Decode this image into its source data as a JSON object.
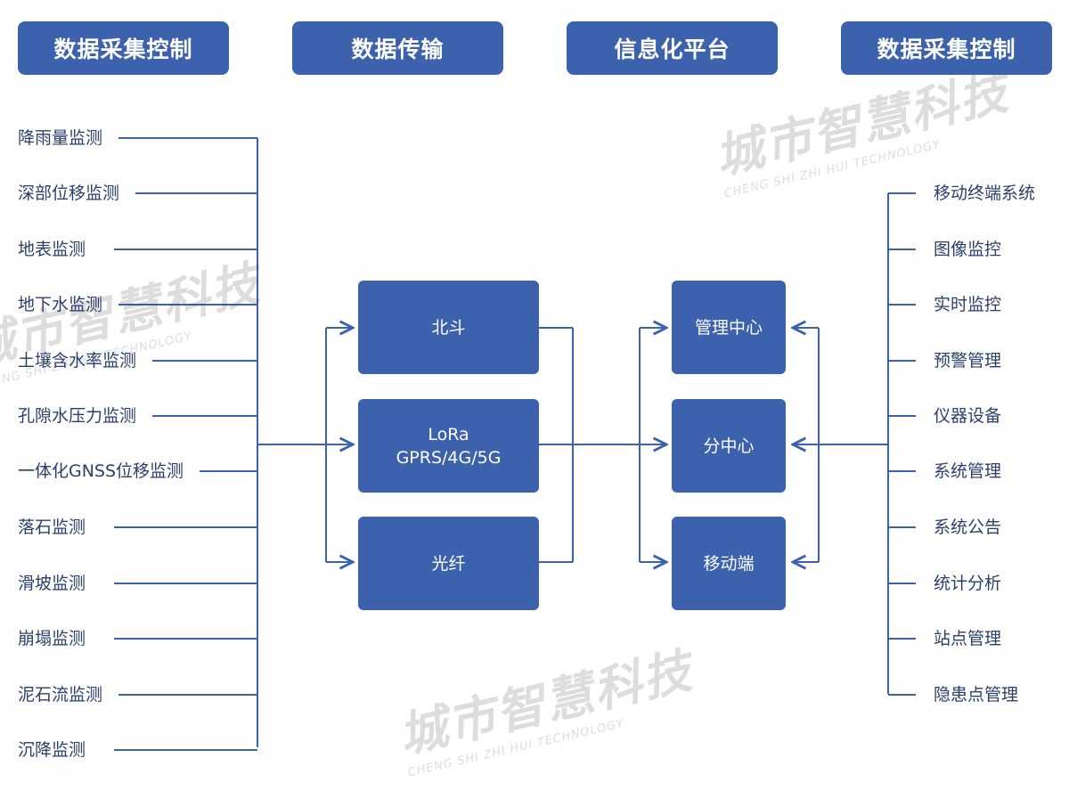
{
  "headers": [
    "数据采集控制",
    "数据传输",
    "信息化平台",
    "数据采集控制"
  ],
  "left_items": [
    "降雨量监测",
    "深部位移监测",
    "地表监测",
    "地下水监测",
    "土壤含水率监测",
    "孔隙水压力监测",
    "一体化GNSS位移监测",
    "落石监测",
    "滑坡监测",
    "崩塌监测",
    "泥石流监测",
    "沉降监测"
  ],
  "transmission": [
    {
      "lines": [
        "北斗"
      ]
    },
    {
      "lines": [
        "LoRa",
        "GPRS/4G/5G"
      ]
    },
    {
      "lines": [
        "光纤"
      ]
    }
  ],
  "platform": [
    "管理中心",
    "分中心",
    "移动端"
  ],
  "right_items": [
    "移动终端系统",
    "图像监控",
    "实时监控",
    "预警管理",
    "仪器设备",
    "系统管理",
    "系统公告",
    "统计分析",
    "站点管理",
    "隐患点管理"
  ],
  "watermark": {
    "main": "城市智慧科技",
    "sub": "CHENG SHI ZHI HUI TECHNOLOGY"
  },
  "colors": {
    "box": "#3d62ad",
    "line": "#3d62ad",
    "text": "#2b3f6b"
  }
}
